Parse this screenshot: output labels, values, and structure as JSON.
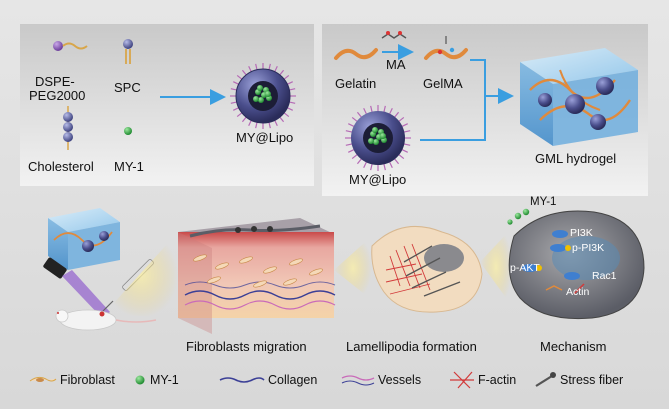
{
  "top_left": {
    "dspe": [
      "DSPE-",
      "PEG2000"
    ],
    "spc": "SPC",
    "cholesterol": "Cholesterol",
    "my1": "MY-1",
    "product": "MY@Lipo"
  },
  "top_right": {
    "gelatin": "Gelatin",
    "ma": "MA",
    "gelma": "GelMA",
    "lipo": "MY@Lipo",
    "hydrogel": "GML hydrogel"
  },
  "bottom": {
    "migration": "Fibroblasts migration",
    "lamellipodia": "Lamellipodia formation",
    "mechanism": "Mechanism",
    "cell": {
      "my1": "MY-1",
      "pi3k": "PI3K",
      "ppi3k": "p-PI3K",
      "pakt": "p-AKT",
      "rac1": "Rac1",
      "actin": "Actin"
    }
  },
  "legend": {
    "fibroblast": "Fibroblast",
    "my1": "MY-1",
    "collagen": "Collagen",
    "vessels": "Vessels",
    "factin": "F-actin",
    "stress": "Stress fiber"
  },
  "colors": {
    "arrow": "#3a9ee0",
    "lipo_shell": "#4a4e8c",
    "drug": "#3fb34f",
    "gelatin": "#e08a3c",
    "hydrogel": "#8fc6ec",
    "skin_pink": "#e8a7a0",
    "panel_top": "#c9c9c9"
  }
}
